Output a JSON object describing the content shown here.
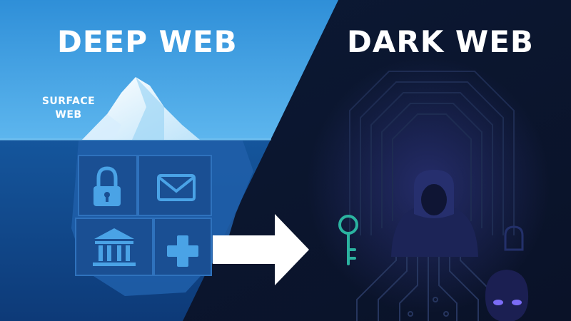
{
  "deep_web": {
    "title": "DEEP WEB",
    "surface_label_line1": "SURFACE",
    "surface_label_line2": "WEB",
    "icons": [
      "lock-icon",
      "mail-icon",
      "bank-icon",
      "medical-cross-icon"
    ]
  },
  "dark_web": {
    "title": "DARK WEB",
    "icons": [
      "key-icon",
      "hooded-figure-icon",
      "masked-face-icon",
      "circuit-lines-icon"
    ]
  },
  "transition_icon": "arrow-right-icon",
  "colors": {
    "sky_top": "#2f8fd8",
    "sky_bottom": "#5db6ee",
    "water_top": "#1b6bb8",
    "water_bottom": "#0d3a78",
    "dark_bg": "#0b1730",
    "icon_blue": "#4aa3e6",
    "key_teal": "#2bb3a0",
    "eye_purple": "#7b6cf6"
  }
}
